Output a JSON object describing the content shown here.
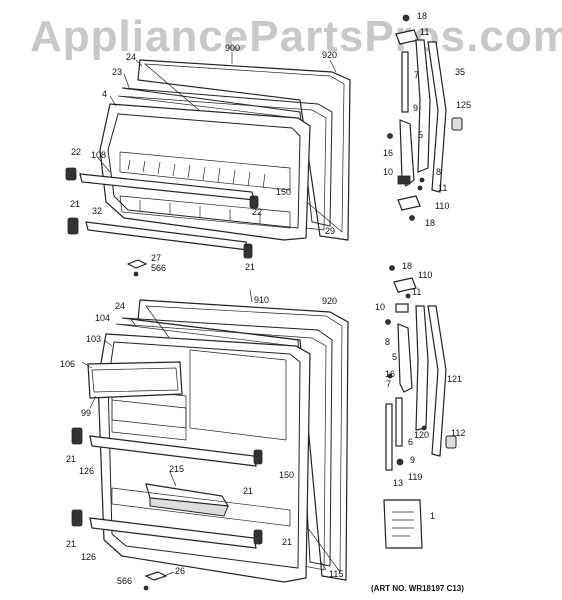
{
  "watermark": "AppliancePartsPros.com",
  "art_number": "(ART NO. WR18197 C13)",
  "callouts": [
    {
      "id": "c18a",
      "text": "18"
    },
    {
      "id": "c900",
      "text": "900"
    },
    {
      "id": "c920a",
      "text": "920"
    },
    {
      "id": "c24a",
      "text": "24"
    },
    {
      "id": "c23",
      "text": "23"
    },
    {
      "id": "c11a",
      "text": "11"
    },
    {
      "id": "c7a",
      "text": "7"
    },
    {
      "id": "c35",
      "text": "35"
    },
    {
      "id": "c4",
      "text": "4"
    },
    {
      "id": "c9a",
      "text": "9"
    },
    {
      "id": "c125",
      "text": "125"
    },
    {
      "id": "c5a",
      "text": "5"
    },
    {
      "id": "c16a",
      "text": "16"
    },
    {
      "id": "c22a",
      "text": "22"
    },
    {
      "id": "c108",
      "text": "108"
    },
    {
      "id": "c8a",
      "text": "8"
    },
    {
      "id": "c10a",
      "text": "10"
    },
    {
      "id": "c11b",
      "text": "11"
    },
    {
      "id": "c150a",
      "text": "150"
    },
    {
      "id": "c21a",
      "text": "21"
    },
    {
      "id": "c22b",
      "text": "22"
    },
    {
      "id": "c110a",
      "text": "110"
    },
    {
      "id": "c32",
      "text": "32"
    },
    {
      "id": "c18b",
      "text": "18"
    },
    {
      "id": "c29",
      "text": "29"
    },
    {
      "id": "c27",
      "text": "27"
    },
    {
      "id": "c566a",
      "text": "566"
    },
    {
      "id": "c21b",
      "text": "21"
    },
    {
      "id": "c18c",
      "text": "18"
    },
    {
      "id": "c110b",
      "text": "110"
    },
    {
      "id": "c11c",
      "text": "11"
    },
    {
      "id": "c24b",
      "text": "24"
    },
    {
      "id": "c910",
      "text": "910"
    },
    {
      "id": "c920b",
      "text": "920"
    },
    {
      "id": "c10b",
      "text": "10"
    },
    {
      "id": "c104",
      "text": "104"
    },
    {
      "id": "c103",
      "text": "103"
    },
    {
      "id": "c8b",
      "text": "8"
    },
    {
      "id": "c5b",
      "text": "5"
    },
    {
      "id": "c106",
      "text": "106"
    },
    {
      "id": "c16b",
      "text": "16"
    },
    {
      "id": "c7b",
      "text": "7"
    },
    {
      "id": "c121",
      "text": "121"
    },
    {
      "id": "c99",
      "text": "99"
    },
    {
      "id": "c120",
      "text": "120"
    },
    {
      "id": "c112",
      "text": "112"
    },
    {
      "id": "c6",
      "text": "6"
    },
    {
      "id": "c21c",
      "text": "21"
    },
    {
      "id": "c126a",
      "text": "126"
    },
    {
      "id": "c9b",
      "text": "9"
    },
    {
      "id": "c119",
      "text": "119"
    },
    {
      "id": "c150b",
      "text": "150"
    },
    {
      "id": "c215",
      "text": "215"
    },
    {
      "id": "c13",
      "text": "13"
    },
    {
      "id": "c21d",
      "text": "21"
    },
    {
      "id": "c1",
      "text": "1"
    },
    {
      "id": "c21e",
      "text": "21"
    },
    {
      "id": "c21f",
      "text": "21"
    },
    {
      "id": "c126b",
      "text": "126"
    },
    {
      "id": "c115",
      "text": "115"
    },
    {
      "id": "c566b",
      "text": "566"
    },
    {
      "id": "c26",
      "text": "26"
    }
  ]
}
